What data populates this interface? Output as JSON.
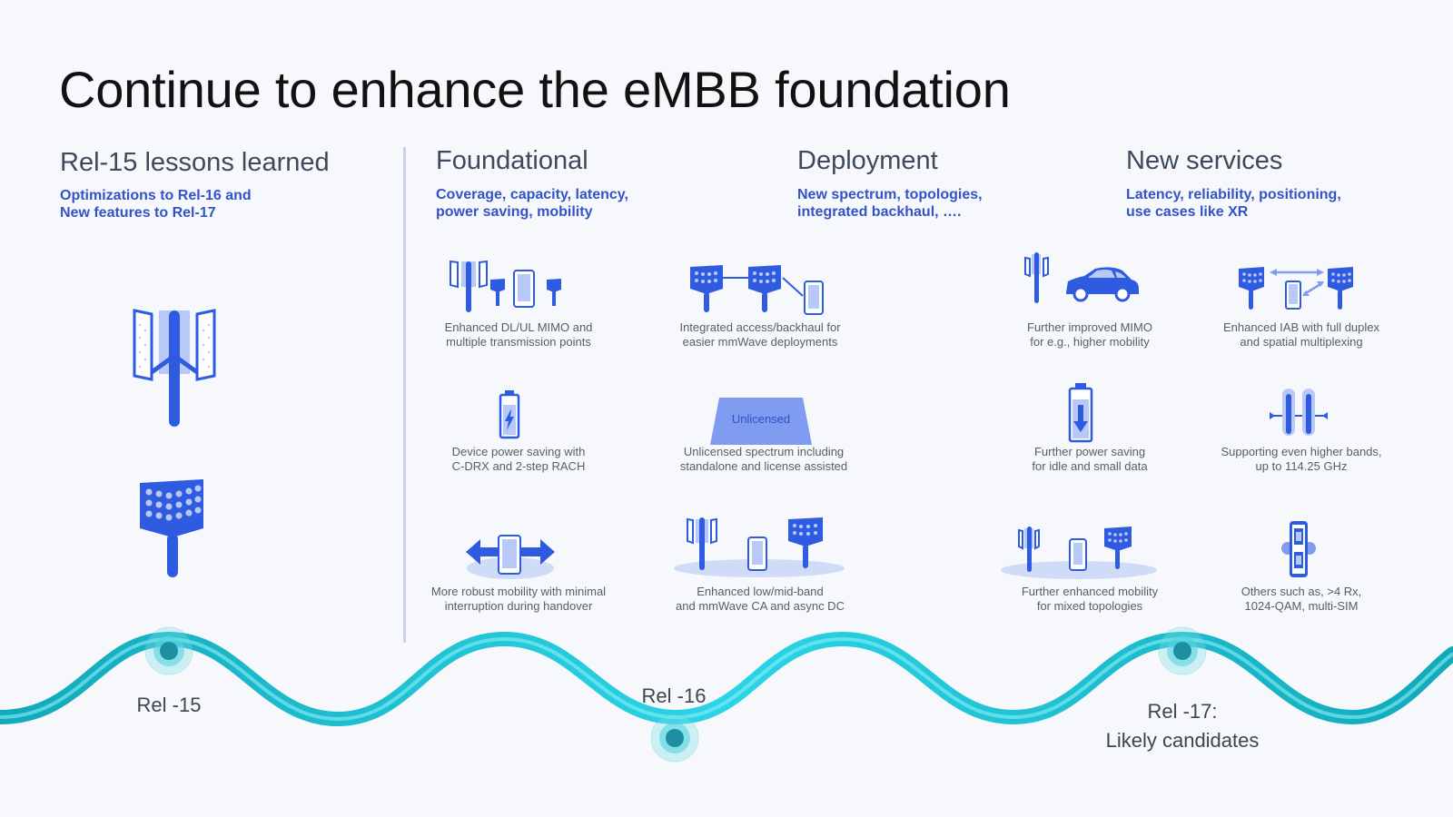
{
  "title": "Continue to enhance the eMBB foundation",
  "columns": {
    "rel15": {
      "heading": "Rel-15 lessons learned",
      "sub1": "Optimizations to Rel-16 and",
      "sub2": "New features to Rel-17"
    },
    "foundational": {
      "heading": "Foundational",
      "sub1": "Coverage, capacity, latency,",
      "sub2": "power saving, mobility"
    },
    "deployment": {
      "heading": "Deployment",
      "sub1": "New spectrum, topologies,",
      "sub2": "integrated backhaul, …."
    },
    "new_services": {
      "heading": "New services",
      "sub1": "Latency, reliability, positioning,",
      "sub2": "use cases like XR"
    }
  },
  "features": {
    "mimo": {
      "l1": "Enhanced DL/UL MIMO and",
      "l2": "multiple transmission points"
    },
    "iab": {
      "l1": "Integrated access/backhaul for",
      "l2": "easier mmWave deployments"
    },
    "mimo_further": {
      "l1": "Further improved MIMO",
      "l2": "for e.g., higher mobility"
    },
    "iab_enh": {
      "l1": "Enhanced IAB with full duplex",
      "l2": "and spatial multiplexing"
    },
    "power": {
      "l1": "Device power saving with",
      "l2": "C-DRX and 2-step RACH"
    },
    "unlicensed": {
      "l1": "Unlicensed spectrum including",
      "l2": "standalone and license assisted",
      "badge": "Unlicensed"
    },
    "power_further": {
      "l1": "Further power saving",
      "l2": "for idle and small data"
    },
    "bands": {
      "l1": "Supporting even higher bands,",
      "l2": "up to 114.25 GHz"
    },
    "mobility": {
      "l1": "More robust mobility with minimal",
      "l2": "interruption during handover"
    },
    "ca": {
      "l1": "Enhanced low/mid-band",
      "l2": "and mmWave CA and async DC"
    },
    "mobility_further": {
      "l1": "Further enhanced mobility",
      "l2": "for mixed topologies"
    },
    "others": {
      "l1": "Others such as, >4 Rx,",
      "l2": "1024-QAM, multi-SIM"
    }
  },
  "timeline": {
    "rel15": "Rel -15",
    "rel16": "Rel -16",
    "rel17_l1": "Rel -17:",
    "rel17_l2": "Likely candidates"
  },
  "colors": {
    "accent": "#3353c8",
    "icon_blue": "#2f5be0",
    "icon_light": "#b9c9f7",
    "wave": "#2ad4e6",
    "wave_dark": "#12a9ba"
  }
}
